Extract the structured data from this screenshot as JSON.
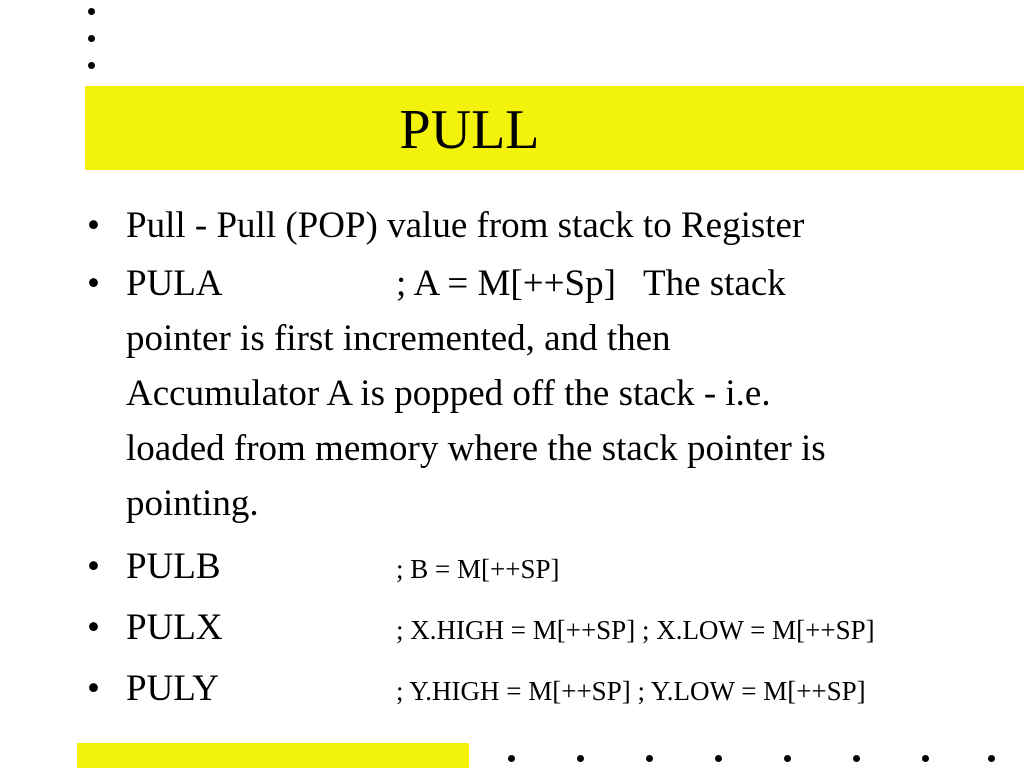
{
  "slide": {
    "title": "PULL",
    "bullet_symbol": "•",
    "items": [
      {
        "text": "Pull - Pull (POP) value from stack to Register"
      },
      {
        "command": "PULA",
        "line1_rest": "; A = M[++Sp]   The stack",
        "line2": "pointer is first incremented, and then",
        "line3": "Accumulator A is popped off the stack - i.e.",
        "line4": "loaded from memory where the stack pointer is",
        "line5": "pointing."
      },
      {
        "command": "PULB",
        "detail": "; B = M[++SP]"
      },
      {
        "command": "PULX",
        "detail": "; X.HIGH = M[++SP] ; X.LOW = M[++SP]"
      },
      {
        "command": "PULY",
        "detail": "; Y.HIGH = M[++SP] ; Y.LOW = M[++SP]"
      }
    ]
  },
  "colors": {
    "accent_yellow": "#f2f20a",
    "text": "#000000",
    "background": "#ffffff"
  }
}
